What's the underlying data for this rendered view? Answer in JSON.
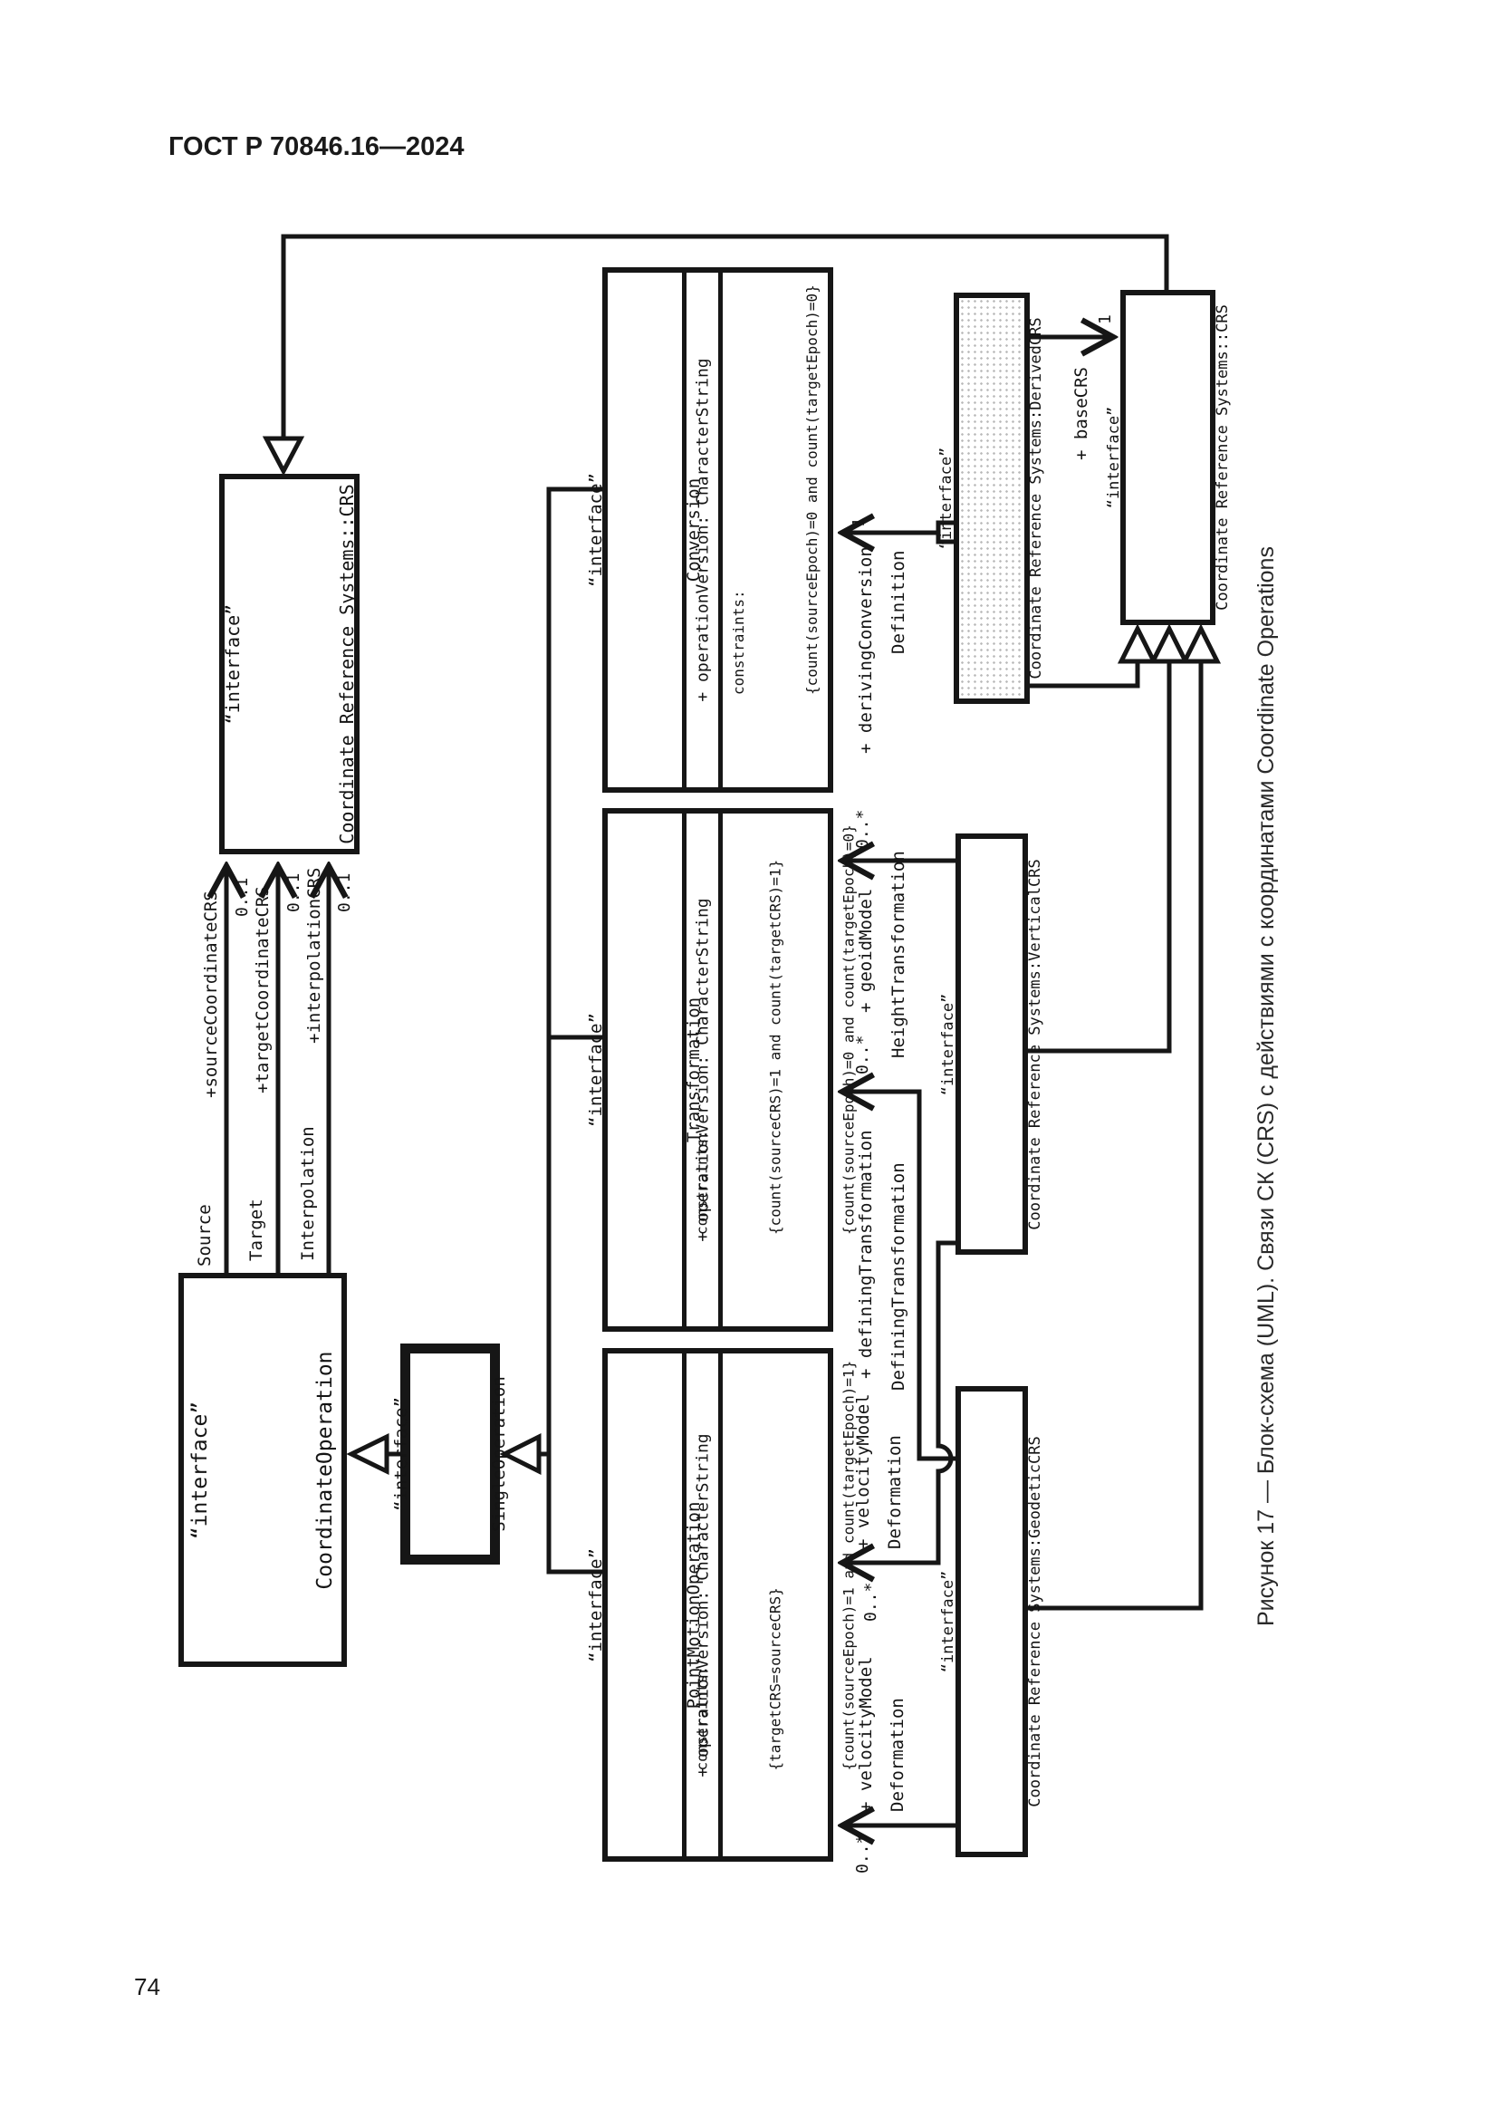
{
  "page": {
    "header": "ГОСТ Р 70846.16—2024",
    "page_number": "74",
    "caption": "Рисунок 17 — Блок-схема (UML). Связи СК (CRS) с действиями с координатами Coordinate Operations"
  },
  "classes": {
    "crs_left": {
      "stereotype": "“interface”",
      "name": "Coordinate Reference Systems::CRS"
    },
    "coordinate_operation": {
      "stereotype": "“interface”",
      "name": "CoordinateOperation"
    },
    "single_operation": {
      "stereotype": "“interface”",
      "name": "SingleOperation"
    },
    "conversion": {
      "stereotype": "“interface”",
      "name": "Conversion",
      "attribute": "+ operationVersion: CharacterString",
      "constraints": [
        "constraints:",
        "{count(sourceEpoch)=0 and count(targetEpoch)=0}"
      ]
    },
    "transformation": {
      "stereotype": "“interface”",
      "name": "Transformation",
      "attribute": "+ operationVersion: CharacterString",
      "constraints": [
        "constraints:",
        "{count(sourceCRS)=1 and count(targetCRS)=1}",
        "{count(sourceEpoch)=0 and count(targetEpoch)=0}"
      ]
    },
    "point_motion_operation": {
      "stereotype": "“interface”",
      "name": "PointMotionOperation",
      "attribute": "+ operationVersion: CharacterString",
      "constraints": [
        "constraints:",
        "{targetCRS=sourceCRS}",
        "{count(sourceEpoch)=1 and count(targetEpoch)=1}"
      ]
    },
    "derived_crs": {
      "stereotype": "“interface”",
      "name": "Coordinate Reference Systems:DerivedCRS"
    },
    "crs_right": {
      "stereotype": "“interface”",
      "name": "Coordinate Reference Systems::CRS"
    },
    "vertical_crs": {
      "stereotype": "“interface”",
      "name": "Coordinate Reference Systems:VerticalCRS"
    },
    "geodetic_crs": {
      "stereotype": "“interface”",
      "name": "Coordinate Reference Systems:GeodeticCRS"
    }
  },
  "associations": {
    "source": {
      "name": "Source",
      "role": "+sourceCoordinateCRS",
      "multiplicity": "0..1"
    },
    "target": {
      "name": "Target",
      "role": "+targetCoordinateCRS",
      "multiplicity": "0..1"
    },
    "interpolation": {
      "name": "Interpolation",
      "role": "+interpolationCRS",
      "multiplicity": "0..1"
    },
    "deriving_conversion": {
      "name": "Definition",
      "role": "+ derivingConversion",
      "multiplicity": "1"
    },
    "base_crs": {
      "role": "+ baseCRS",
      "multiplicity": "1"
    },
    "geoid_model": {
      "name": "HeightTransformation",
      "role": "+ geoidModel",
      "multiplicity": "0..*"
    },
    "defining_transformation": {
      "name": "DefiningTransformation",
      "role": "+ definingTransformation",
      "multiplicity": "0..*"
    },
    "velocity_model_vertical": {
      "name": "Deformation",
      "role": "+ velocityModel",
      "multiplicity": "0..*"
    },
    "velocity_model_geodetic": {
      "name": "Deformation",
      "role": "+ velocityModel",
      "multiplicity": "0..*"
    }
  }
}
